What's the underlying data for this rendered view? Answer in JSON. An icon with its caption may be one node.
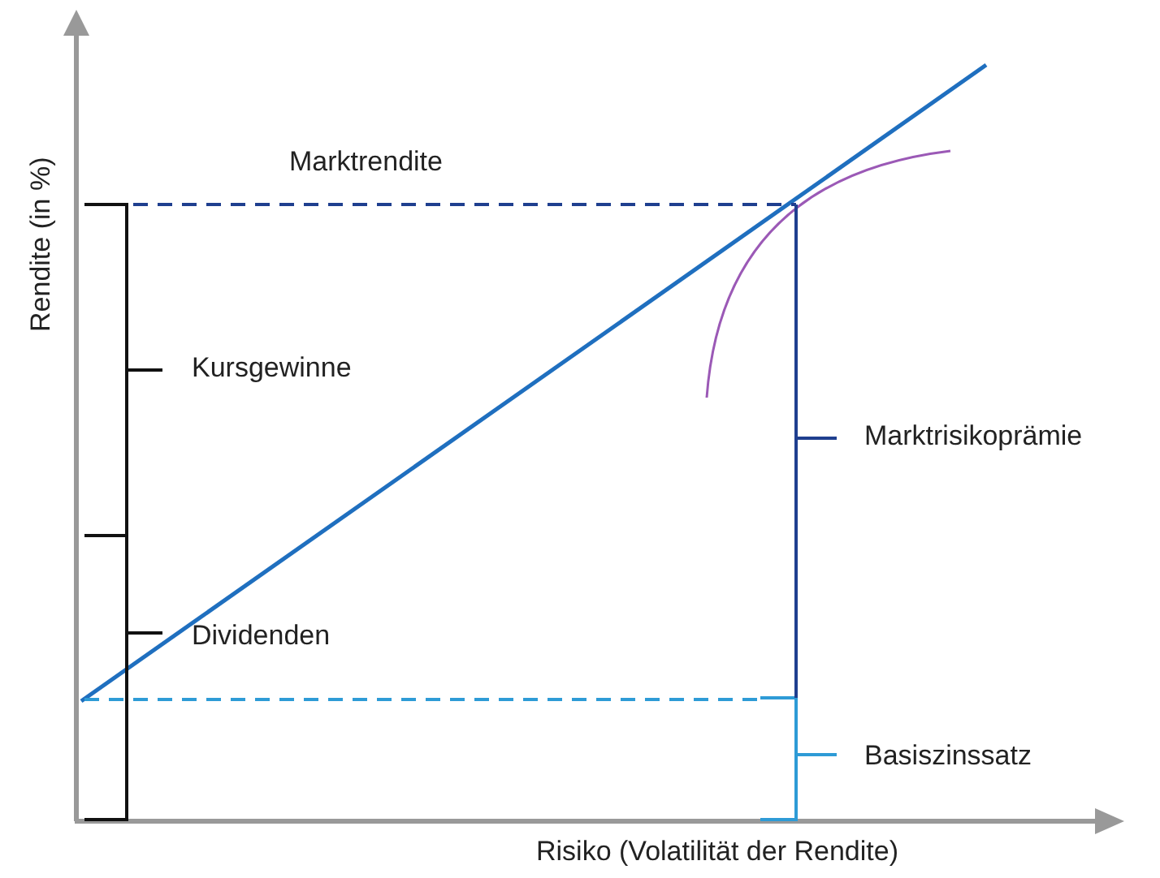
{
  "diagram": {
    "labels": [
      "Marktrendite",
      "Kursgewinne",
      "Marktrisikoprämie",
      "Dividenden",
      "Basiszinssatz",
      "Rendite (in %)",
      "Risiko (Volatilität der Rendite)"
    ]
  }
}
